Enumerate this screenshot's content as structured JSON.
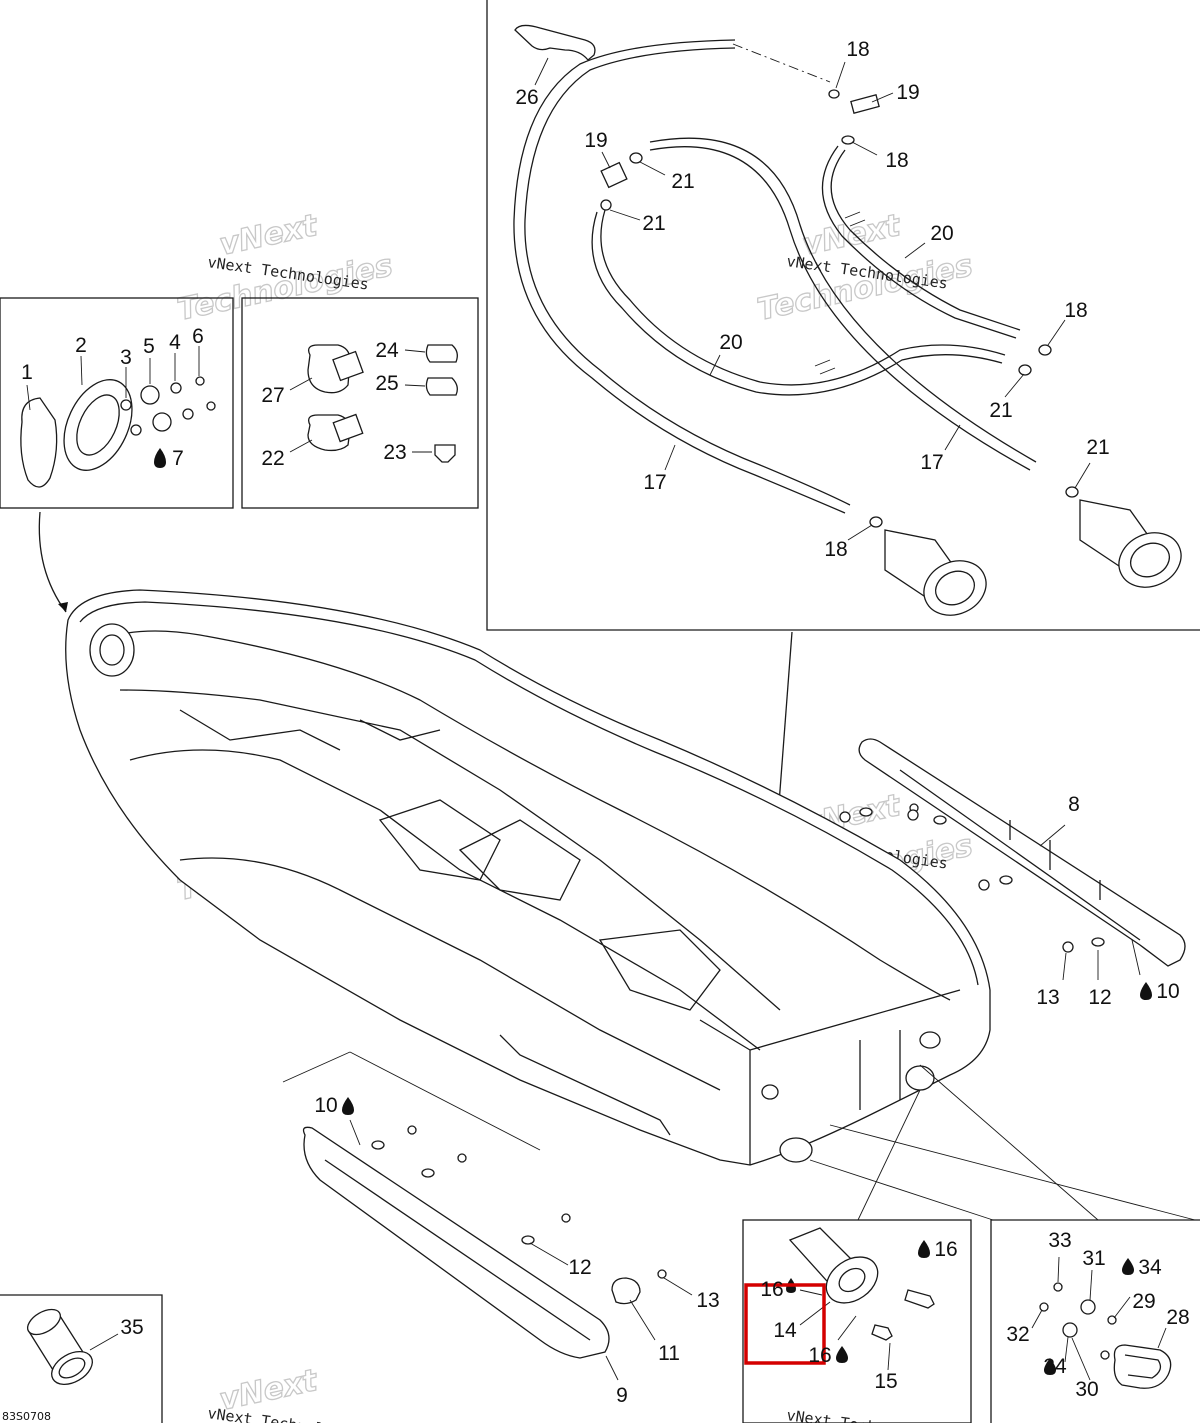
{
  "diagram": {
    "code": "83S0708",
    "watermark": {
      "line1": "vNext Technologies",
      "line2": "vNext",
      "line3": "Technologies"
    },
    "callouts": [
      {
        "id": "26",
        "text": "26"
      },
      {
        "id": "18a",
        "text": "18"
      },
      {
        "id": "19a",
        "text": "19"
      },
      {
        "id": "19b",
        "text": "19"
      },
      {
        "id": "18b",
        "text": "18"
      },
      {
        "id": "21a",
        "text": "21"
      },
      {
        "id": "21b",
        "text": "21"
      },
      {
        "id": "20a",
        "text": "20"
      },
      {
        "id": "18c",
        "text": "18"
      },
      {
        "id": "20b",
        "text": "20"
      },
      {
        "id": "21c",
        "text": "21"
      },
      {
        "id": "21d",
        "text": "21"
      },
      {
        "id": "17a",
        "text": "17"
      },
      {
        "id": "17b",
        "text": "17"
      },
      {
        "id": "18d",
        "text": "18"
      },
      {
        "id": "1",
        "text": "1"
      },
      {
        "id": "2",
        "text": "2"
      },
      {
        "id": "3",
        "text": "3"
      },
      {
        "id": "5",
        "text": "5"
      },
      {
        "id": "4",
        "text": "4"
      },
      {
        "id": "6",
        "text": "6"
      },
      {
        "id": "7",
        "text": "7"
      },
      {
        "id": "24",
        "text": "24"
      },
      {
        "id": "25",
        "text": "25"
      },
      {
        "id": "27",
        "text": "27"
      },
      {
        "id": "22",
        "text": "22"
      },
      {
        "id": "23",
        "text": "23"
      },
      {
        "id": "8",
        "text": "8"
      },
      {
        "id": "13a",
        "text": "13"
      },
      {
        "id": "12a",
        "text": "12"
      },
      {
        "id": "10a",
        "text": "10"
      },
      {
        "id": "10b",
        "text": "10"
      },
      {
        "id": "12b",
        "text": "12"
      },
      {
        "id": "13b",
        "text": "13"
      },
      {
        "id": "11",
        "text": "11"
      },
      {
        "id": "9",
        "text": "9"
      },
      {
        "id": "35",
        "text": "35"
      },
      {
        "id": "16a",
        "text": "16"
      },
      {
        "id": "16b",
        "text": "16"
      },
      {
        "id": "14",
        "text": "14"
      },
      {
        "id": "16c",
        "text": "16"
      },
      {
        "id": "15",
        "text": "15"
      },
      {
        "id": "33",
        "text": "33"
      },
      {
        "id": "31",
        "text": "31"
      },
      {
        "id": "34a",
        "text": "34"
      },
      {
        "id": "29",
        "text": "29"
      },
      {
        "id": "28",
        "text": "28"
      },
      {
        "id": "32",
        "text": "32"
      },
      {
        "id": "34b",
        "text": "34"
      },
      {
        "id": "30",
        "text": "30"
      }
    ],
    "highlight_color": "#d40000"
  }
}
